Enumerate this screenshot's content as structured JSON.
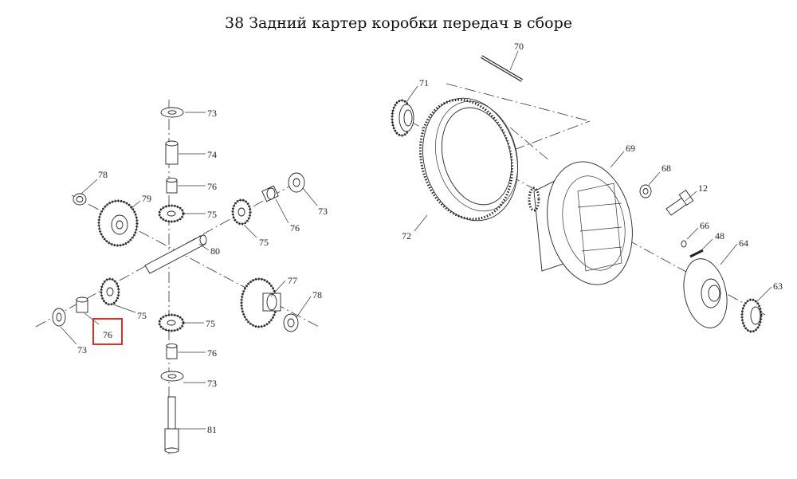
{
  "title": "38 Задний картер коробки передач в сборе",
  "highlight": {
    "callout": "76",
    "color": "#d9302c"
  },
  "callouts": {
    "c73_top": "73",
    "c74": "74",
    "c76_a": "76",
    "c75_a": "75",
    "c78_l": "78",
    "c79": "79",
    "c73_r": "73",
    "c76_r": "76",
    "c75_r": "75",
    "c80": "80",
    "c75_l": "75",
    "c77": "77",
    "c78_r": "78",
    "c73_bl": "73",
    "c76_hl": "76",
    "c75_b": "75",
    "c76_b": "76",
    "c73_b": "73",
    "c81": "81",
    "c70": "70",
    "c71": "71",
    "c69": "69",
    "c68": "68",
    "c12": "12",
    "c72": "72",
    "c66": "66",
    "c48": "48",
    "c64": "64",
    "c63": "63"
  }
}
